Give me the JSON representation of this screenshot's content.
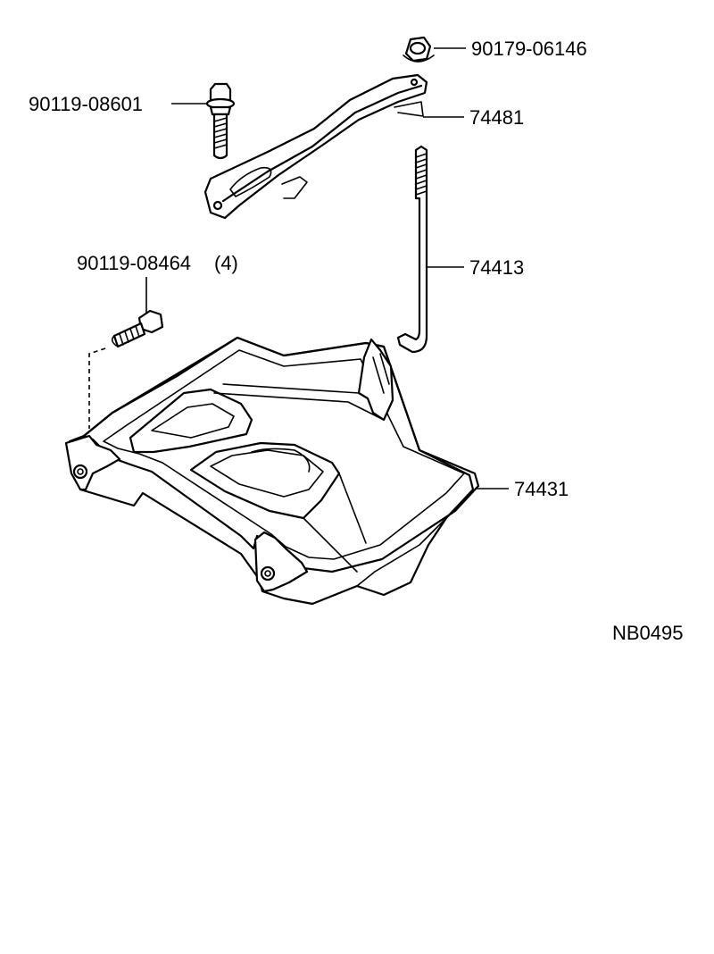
{
  "diagram": {
    "ref_code": "NB0495",
    "parts": [
      {
        "id": "nut",
        "number": "90179-06146"
      },
      {
        "id": "bolt-upper",
        "number": "90119-08601"
      },
      {
        "id": "clamp",
        "number": "74481"
      },
      {
        "id": "rod",
        "number": "74413"
      },
      {
        "id": "bolt-lower",
        "number": "90119-08464",
        "qty": "(4)"
      },
      {
        "id": "tray",
        "number": "74431"
      }
    ]
  }
}
